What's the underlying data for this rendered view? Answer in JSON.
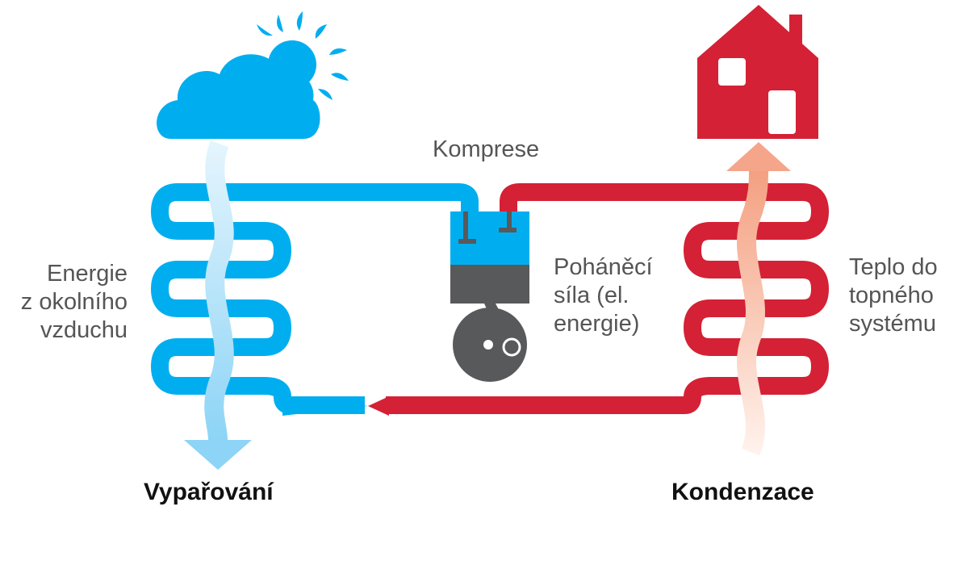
{
  "labels": {
    "compression": "Komprese",
    "ambient_energy": "Energie\nz okolního\nvzduchu",
    "drive_power": "Poháněcí\nsíla (el.\nenergie)",
    "heat_output": "Teplo do\ntopného\nsystému",
    "evaporation": "Vypařování",
    "condensation": "Kondenzace"
  },
  "colors": {
    "cold": "#00aeef",
    "hot": "#d42135",
    "compressor_body": "#58595b",
    "cold_arrow": "#9fdcf8",
    "hot_arrow": "#f5a58a"
  },
  "icons": [
    "cloud-icon",
    "sun-icon",
    "house-icon",
    "compressor-icon"
  ]
}
